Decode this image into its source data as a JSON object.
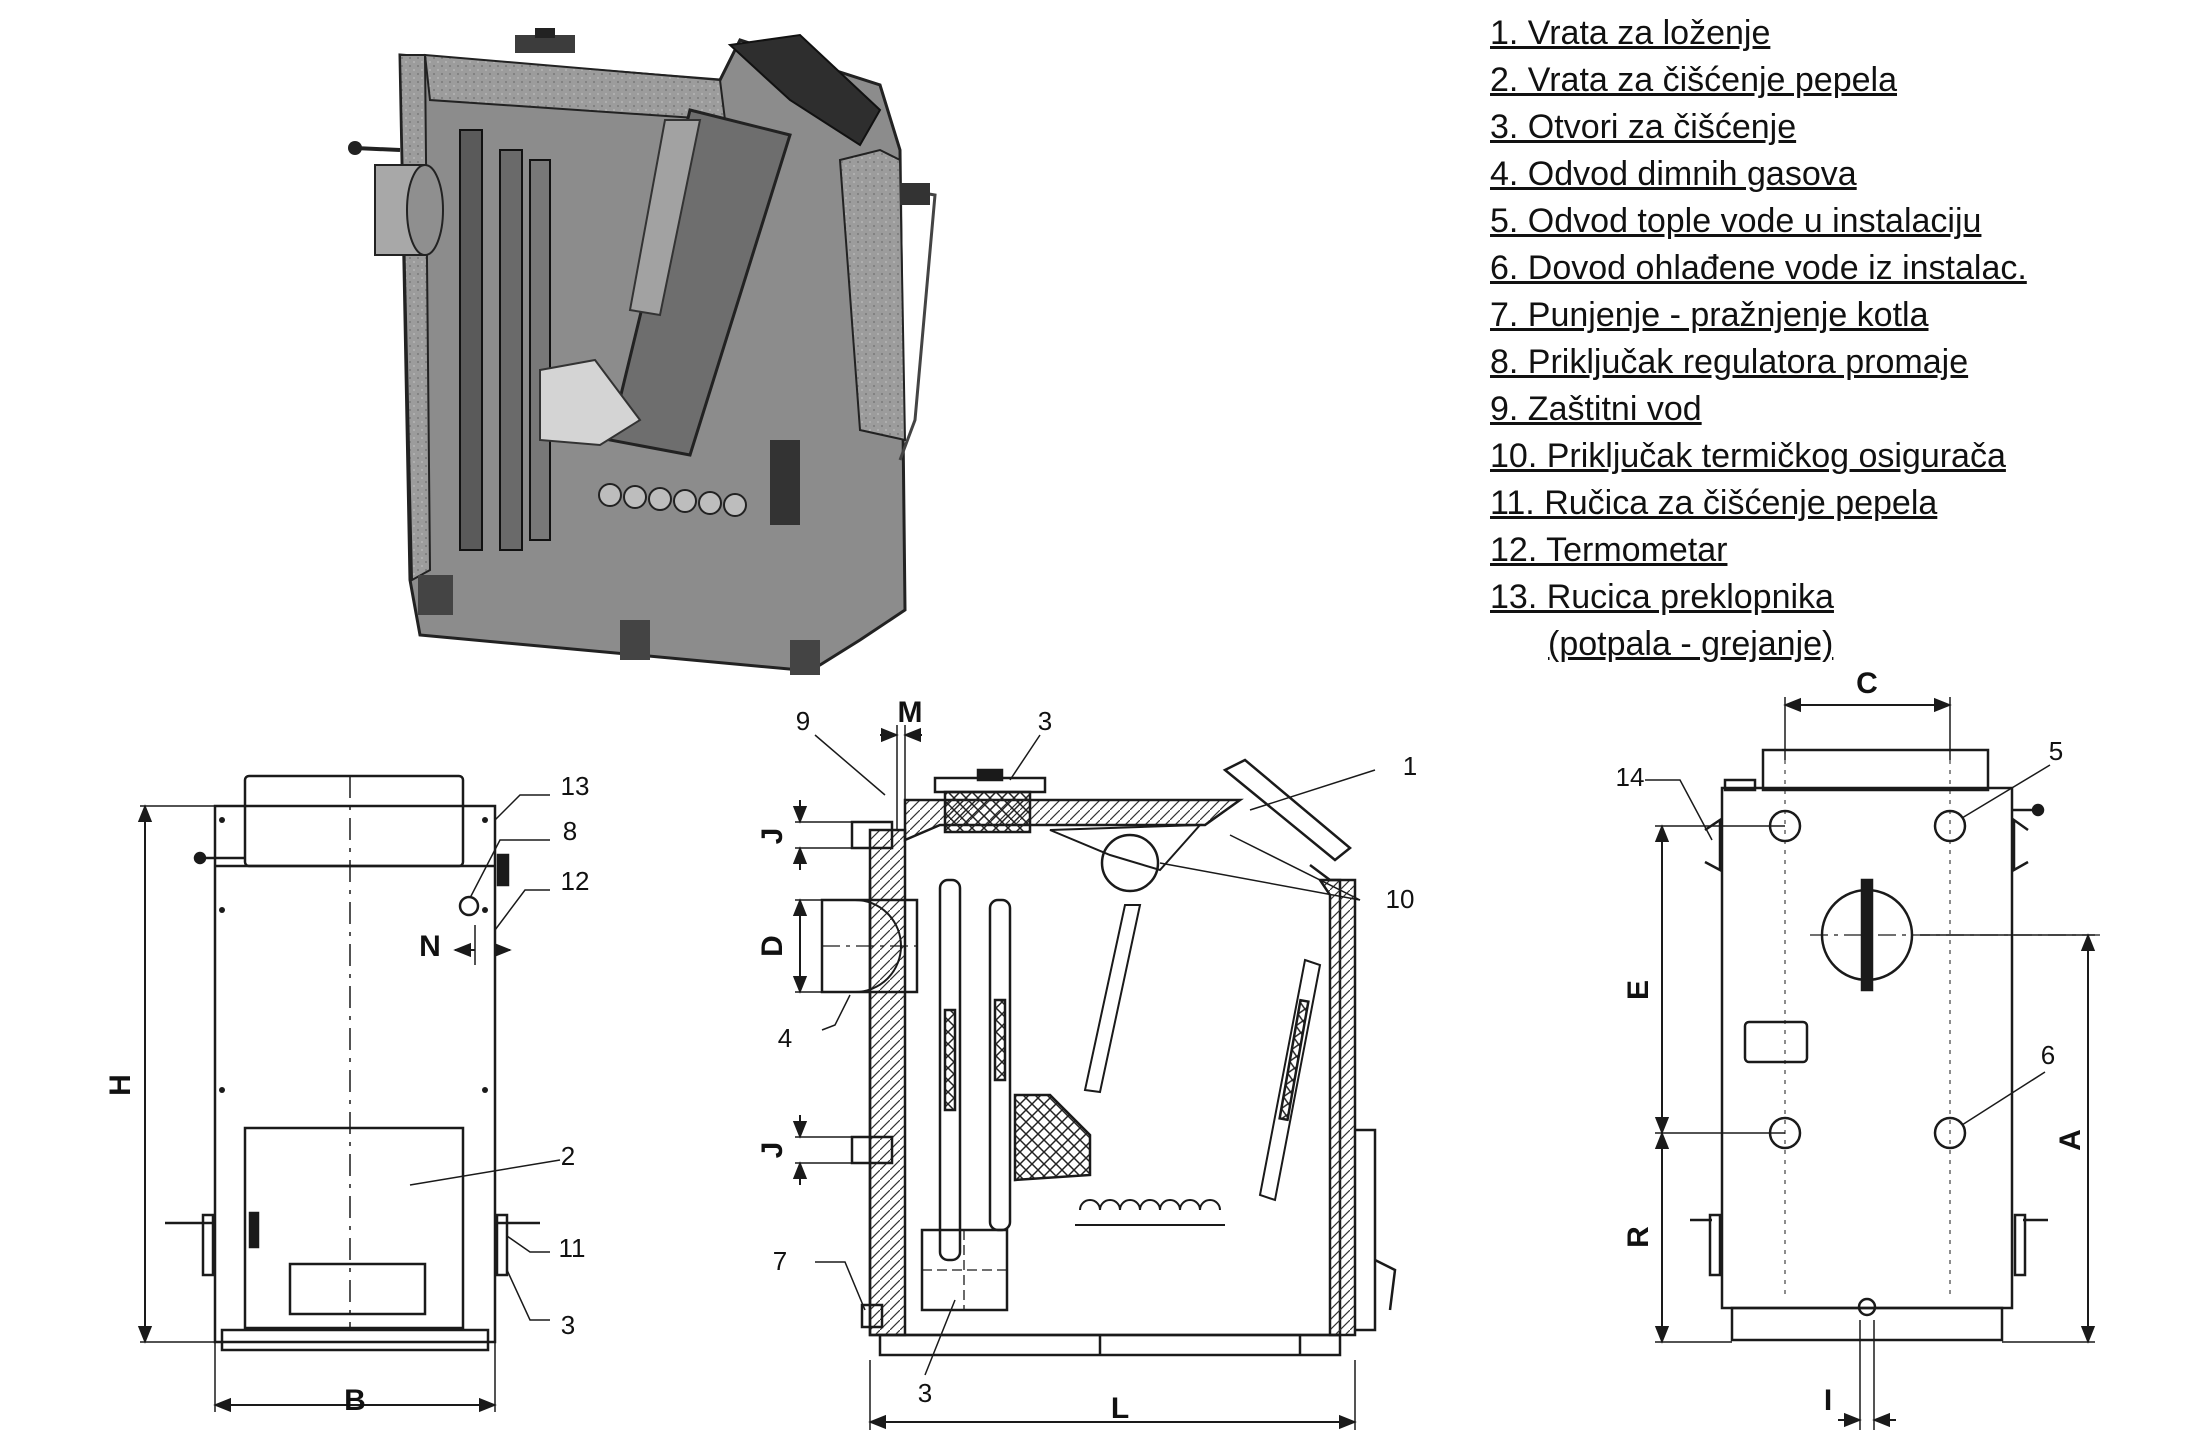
{
  "legend": [
    "1. Vrata za loženje",
    "2. Vrata za čišćenje pepela",
    "3. Otvori za čišćenje",
    "4. Odvod dimnih gasova",
    "5. Odvod tople vode u instalaciju",
    "6. Dovod ohlađene vode iz instalac.",
    "7. Punjenje - pražnjenje kotla",
    "8. Priključak regulatora promaje",
    "9. Zaštitni vod",
    "10. Priključak termičkog osigurača",
    "11. Ručica za čišćenje pepela",
    "12. Termometar",
    "13. Rucica preklopnika"
  ],
  "legend_continuation": "(potpala - grejanje)",
  "front_view": {
    "dims": {
      "height": "H",
      "width": "B",
      "offset": "N"
    },
    "callouts": {
      "c13": "13",
      "c8": "8",
      "c12": "12",
      "c2": "2",
      "c11": "11",
      "c3": "3"
    }
  },
  "section_view": {
    "dims": {
      "m": "M",
      "j_top": "J",
      "d": "D",
      "j_bottom": "J",
      "length": "L"
    },
    "callouts": {
      "c9": "9",
      "c3_top": "3",
      "c1": "1",
      "c10": "10",
      "c4": "4",
      "c7": "7",
      "c3_bottom": "3"
    }
  },
  "rear_view": {
    "dims": {
      "c": "C",
      "e": "E",
      "r": "R",
      "a": "A",
      "i": "I"
    },
    "callouts": {
      "c14": "14",
      "c5": "5",
      "c6": "6"
    }
  },
  "colors": {
    "line": "#1a1a1a",
    "cutaway_fill": "#8a8a8a",
    "cutaway_dark": "#3c3c3c",
    "hatch": "#222222"
  }
}
